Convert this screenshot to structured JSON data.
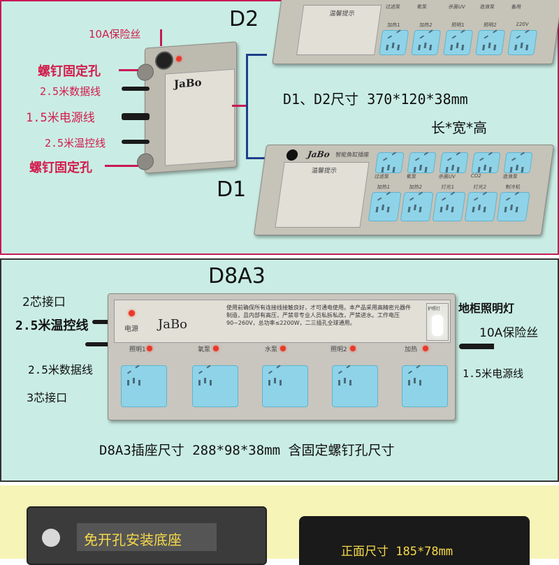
{
  "top_section": {
    "label_fuse": "10A保险丝",
    "label_screw_top": "螺钉固定孔",
    "label_data_cable": "2.5米数据线",
    "label_power_cable": "1.5米电源线",
    "label_temp_cable": "2.5米温控线",
    "label_screw_bottom": "螺钉固定孔",
    "model_d2": "D2",
    "model_d1": "D1",
    "size_text": "D1、D2尺寸 370*120*38mm",
    "size_dims": "长*宽*高",
    "brand": "JaBo",
    "panel_title": "温馨提示",
    "d1_sub_brand": "智能鱼缸插座",
    "d1_top_labels": [
      "过滤泵",
      "氧泵",
      "杀菌UV",
      "CO2",
      "造浪泵"
    ],
    "d1_bottom_labels": [
      "加热1",
      "加热2",
      "灯光1",
      "灯光2",
      "制冷机"
    ],
    "d2_top_labels": [
      "过滤泵",
      "氧泵",
      "杀菌UV",
      "造浪泵",
      "备用"
    ],
    "d2_bottom_labels": [
      "加热1",
      "加热2",
      "照明1",
      "照明2",
      "220V"
    ]
  },
  "middle_section": {
    "model": "D8A3",
    "label_2pin": "2芯接口",
    "label_temp_cable": "2.5米温控线",
    "label_data_cable": "2.5米数据线",
    "label_3pin": "3芯接口",
    "label_cabinet_light": "地柜照明灯",
    "label_fuse": "10A保险丝",
    "label_power_cable": "1.5米电源线",
    "brand": "JaBo",
    "power_label": "电源",
    "notice_text": "使用前确保所有连接线接触良好，才可通电使用。本产品采用高精密元器件制造，且内部有高压，严禁非专业人员私拆私改，严禁进水。工作电压90~260V，总功率≤2200W，二三插孔全球通用。",
    "light_label": "护照灯",
    "socket_labels": [
      "照明1",
      "氧泵",
      "水泵",
      "照明2",
      "加热"
    ],
    "size_text": "D8A3插座尺寸 288*98*38mm 含固定螺钉孔尺寸"
  },
  "bottom_section": {
    "base_label": "免开孔安装底座",
    "front_size": "正面尺寸 185*78mm"
  },
  "colors": {
    "frame_red": "#c81a55",
    "panel_bg": "#c9ede4",
    "socket_blue": "#8fd3e8",
    "bottom_bg": "#f7f4b8"
  }
}
